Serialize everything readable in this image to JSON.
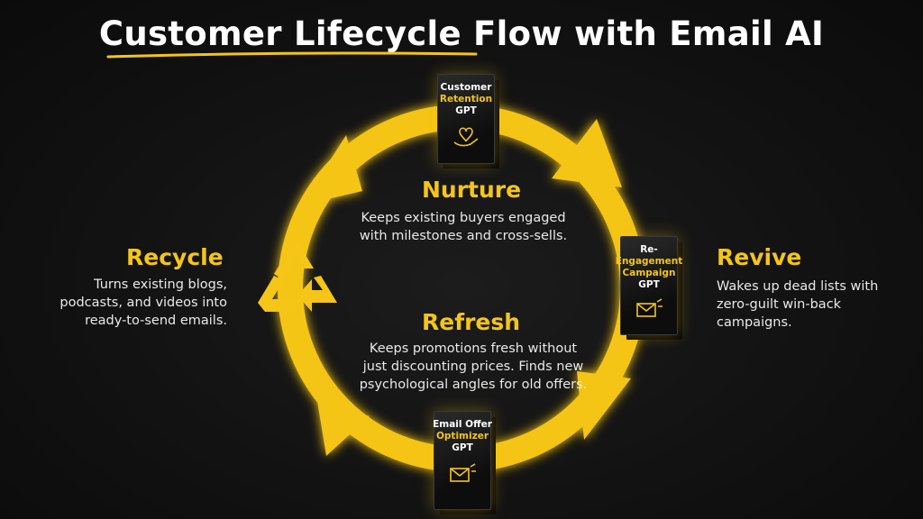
{
  "title": "Customer Lifecycle Flow with Email AI",
  "colors": {
    "accent": "#f5c518",
    "background": "#121212",
    "text": "#ffffff"
  },
  "stages": {
    "nurture": {
      "heading": "Nurture",
      "description": "Keeps existing buyers engaged\nwith milestones and cross-sells.",
      "product": {
        "line1": "Customer",
        "line2": "Retention",
        "line3": "GPT",
        "icon": "heart-hand-icon"
      }
    },
    "revive": {
      "heading": "Revive",
      "description": "Wakes up dead lists with\nzero-guilt win-back\ncampaigns.",
      "product": {
        "line1": "Re-",
        "line2": "Engagement",
        "line3": "Campaign",
        "line4": "GPT",
        "icon": "envelope-megaphone-icon"
      }
    },
    "refresh": {
      "heading": "Refresh",
      "description": "Keeps promotions fresh without\njust discounting prices. Finds new\npsychological angles for old offers.",
      "product": {
        "line1": "Email Offer",
        "line2": "Optimizer",
        "line3": "GPT",
        "icon": "envelope-megaphone-icon"
      }
    },
    "recycle": {
      "heading": "Recycle",
      "description": "Turns existing blogs,\npodcasts, and videos into\nready-to-send emails.",
      "icon": "recycle-icon"
    }
  }
}
